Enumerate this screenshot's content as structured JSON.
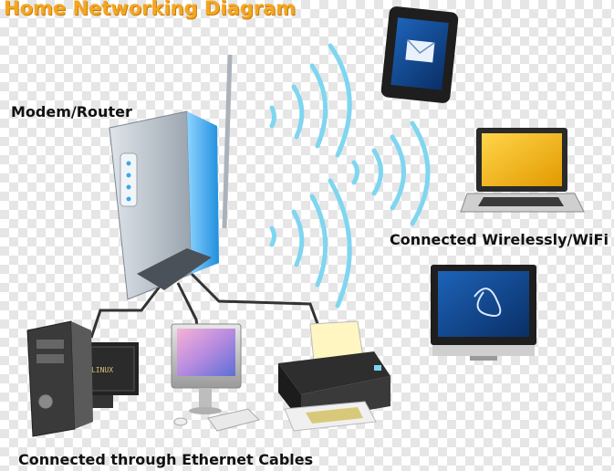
{
  "title": "Home Networking Diagram",
  "labels": {
    "router": "Modem/Router",
    "wireless": "Connected Wirelessly/WiFi",
    "ethernet": "Connected through Ethernet Cables"
  },
  "monitor_brand": "LINUX",
  "colors": {
    "title": "#f4a623",
    "wifi_waves": "#7fd6f0",
    "router_body": "#c9d0d8",
    "router_accent": "#3aa9ea",
    "cable": "#333333"
  }
}
